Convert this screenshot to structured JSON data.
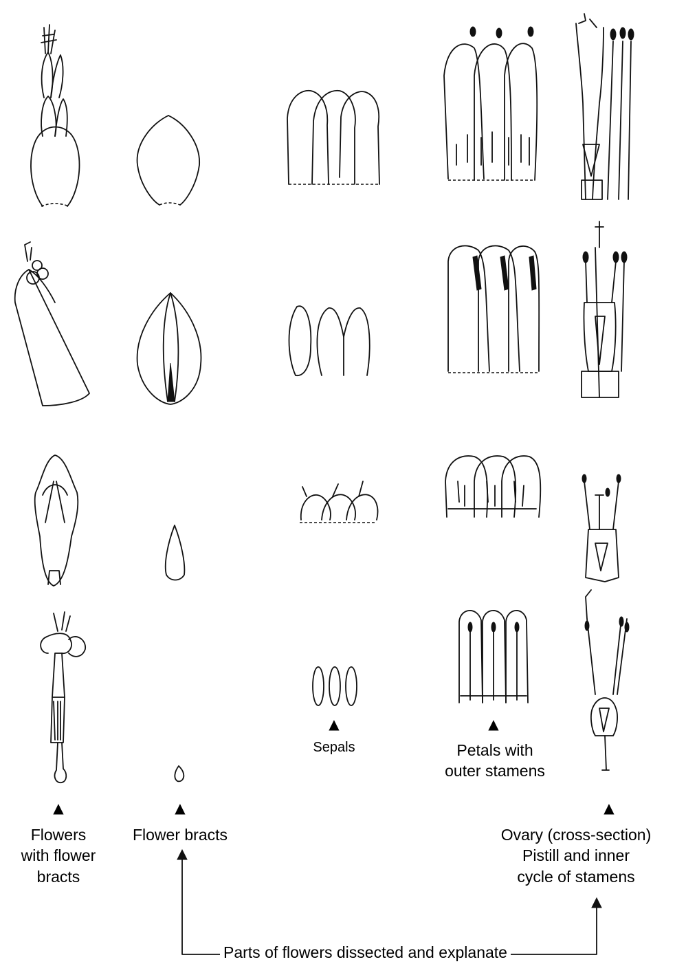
{
  "labels": {
    "sepals": "Sepals",
    "petals_outer_stamens": "Petals with\nouter stamens",
    "flowers_with_bracts": "Flowers\nwith flower\nbracts",
    "flower_bracts": "Flower bracts",
    "ovary_pistill": "Ovary (cross-section)\nPistill and inner\ncycle of stamens",
    "footer": "Parts of flowers dissected and explanate"
  },
  "markers": {
    "pointer_glyph": "▲"
  },
  "rows": 4,
  "columns": [
    "flowers-with-bracts",
    "flower-bracts",
    "sepals",
    "petals-with-outer-stamens",
    "ovary-pistil-inner-stamens"
  ]
}
